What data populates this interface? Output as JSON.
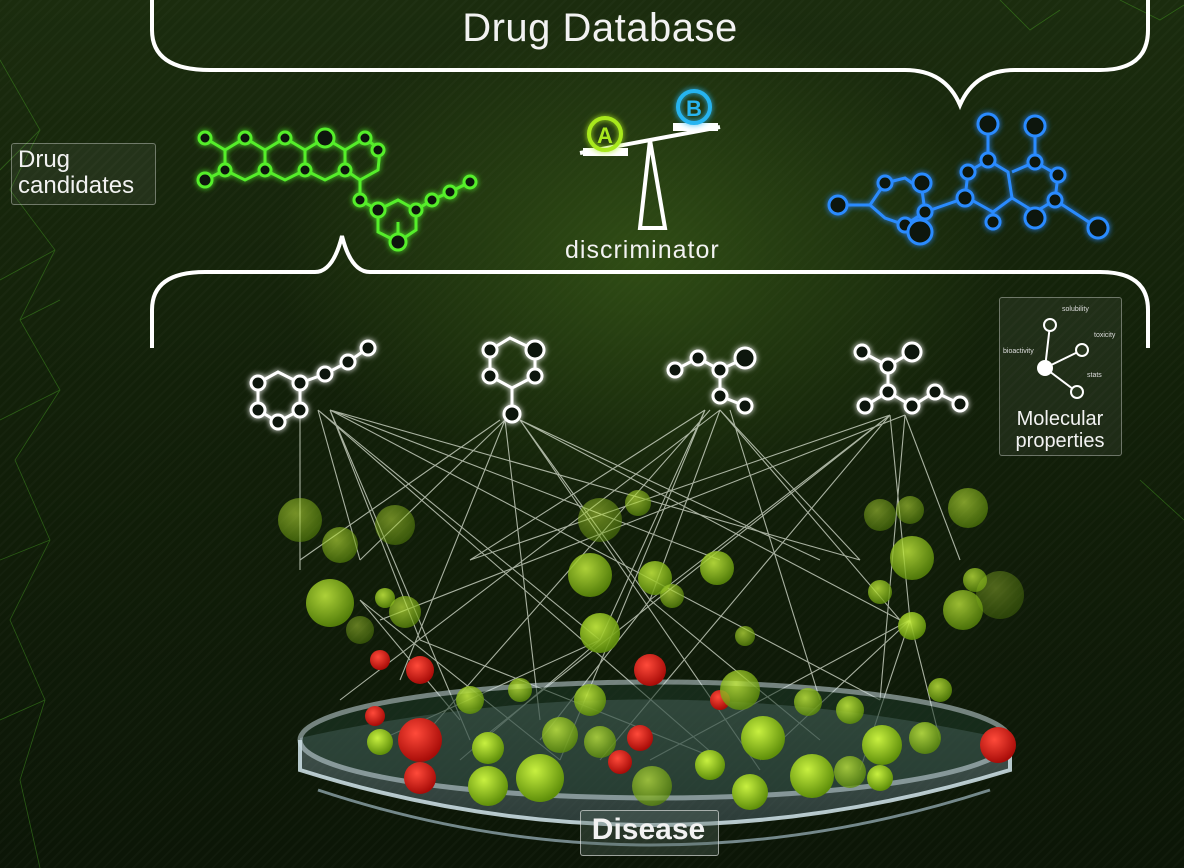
{
  "title": "Drug Database",
  "labels": {
    "candidates": "Drug candidates",
    "discriminator": "discriminator",
    "scale_a": "A",
    "scale_b": "B",
    "properties": "Molecular properties",
    "disease": "Disease"
  },
  "property_tree": [
    "solubility",
    "toxicity",
    "bioactivity",
    "stats"
  ],
  "colors": {
    "candidate_green": "#55ee2a",
    "database_blue": "#2a8bff",
    "active_green": "#9ccf16",
    "disease_red": "#e0110f"
  }
}
